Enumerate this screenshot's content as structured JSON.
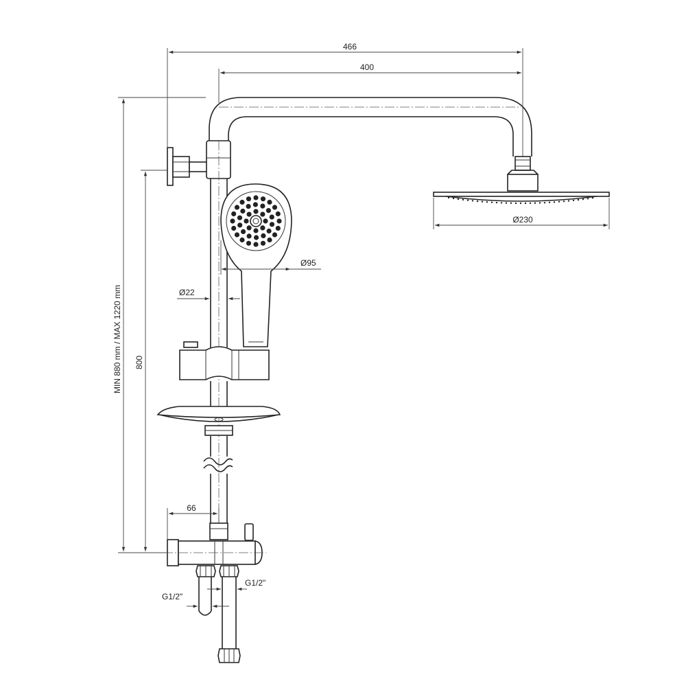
{
  "dimensions": {
    "width_total": "466",
    "width_arm": "400",
    "head_diameter": "Ø230",
    "hand_shower_diameter": "Ø95",
    "rail_diameter": "Ø22",
    "rail_height": "800",
    "height_range": "MIN 880 mm / MAX 1220 mm",
    "outlet_offset": "66",
    "thread_left": "G1/2\"",
    "thread_right": "G1/2\""
  },
  "colors": {
    "line": "#222222",
    "background": "#ffffff"
  }
}
